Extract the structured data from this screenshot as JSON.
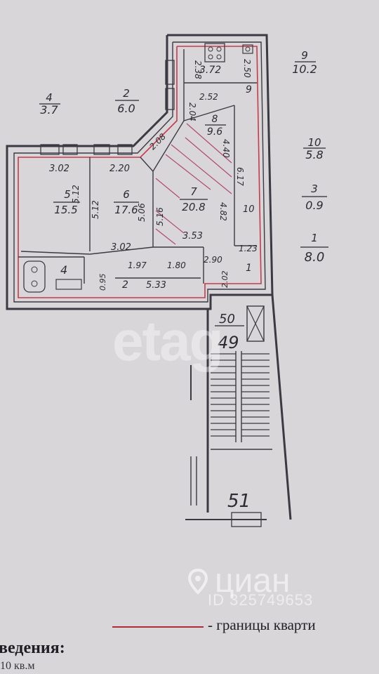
{
  "rooms": [
    {
      "number": "9",
      "area": "10.2"
    },
    {
      "number": "4",
      "area": "3.7"
    },
    {
      "number": "2",
      "area": "6.0"
    },
    {
      "number": "10",
      "area": "5.8"
    },
    {
      "number": "3",
      "area": "0.9"
    },
    {
      "number": "1",
      "area": "8.0"
    },
    {
      "number": "5",
      "area": "15.5"
    },
    {
      "number": "6",
      "area": "17.6"
    },
    {
      "number": "7",
      "area": "20.8"
    },
    {
      "number": "8",
      "area": "9.6"
    }
  ],
  "small_labels": {
    "room9": "9",
    "kitchen_area": "3.72",
    "room4_small": "4",
    "room2_small": "2",
    "room1_small": "1",
    "room10_small": "10"
  },
  "dimensions": {
    "d_238": "2.38",
    "d_250": "2.50",
    "d_252": "2.52",
    "d_204": "2.04",
    "d_208": "2.08",
    "d_302a": "3.02",
    "d_220": "2.20",
    "d_512a": "5.12",
    "d_512b": "5.12",
    "d_506": "5.06",
    "d_516": "5.16",
    "d_440": "4.40",
    "d_617": "6.17",
    "d_482": "4.82",
    "d_353": "3.53",
    "d_302b": "3.02",
    "d_290": "2.90",
    "d_123": "1.23",
    "d_197": "1.97",
    "d_180": "1.80",
    "d_095": "0.95",
    "d_533": "5.33",
    "d_202": "2.02"
  },
  "stair_labels": {
    "top": "50",
    "bottom": "49",
    "landing": "51"
  },
  "legend": {
    "text": "- границы кварти"
  },
  "footer": {
    "title": "ведения:",
    "subtitle": "10 кв.м"
  },
  "watermarks": {
    "etag": "etag",
    "cian": "циан",
    "cian_id": "ID 325749653"
  }
}
